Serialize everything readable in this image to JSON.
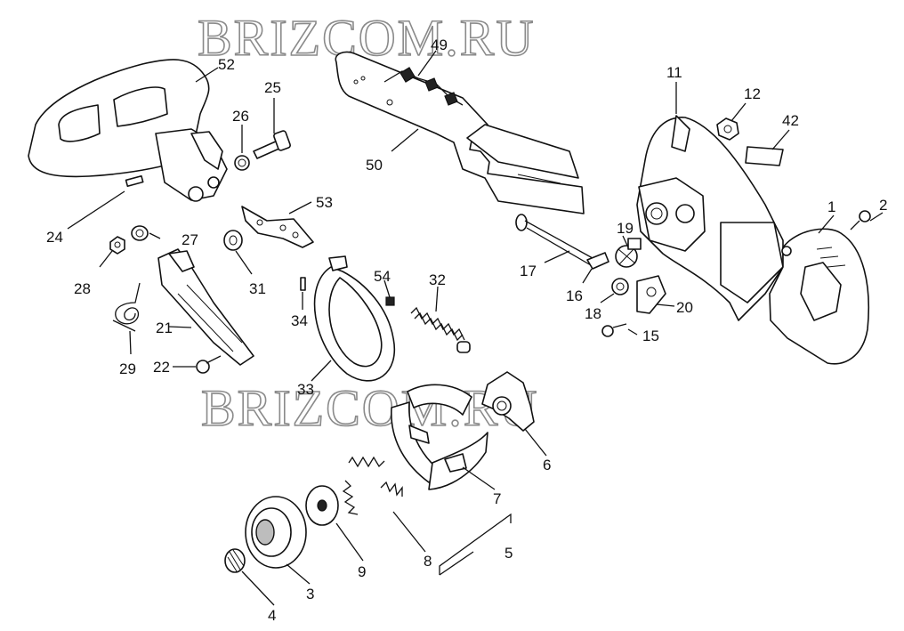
{
  "watermark": {
    "top": "BRIZCOM.RU",
    "middle": "BRIZCOM.RU"
  },
  "callouts": [
    "52",
    "49",
    "25",
    "26",
    "11",
    "12",
    "42",
    "50",
    "1",
    "2",
    "24",
    "27",
    "53",
    "19",
    "28",
    "31",
    "17",
    "16",
    "18",
    "20",
    "21",
    "54",
    "32",
    "34",
    "15",
    "29",
    "22",
    "33",
    "6",
    "7",
    "9",
    "3",
    "8",
    "5",
    "4"
  ]
}
